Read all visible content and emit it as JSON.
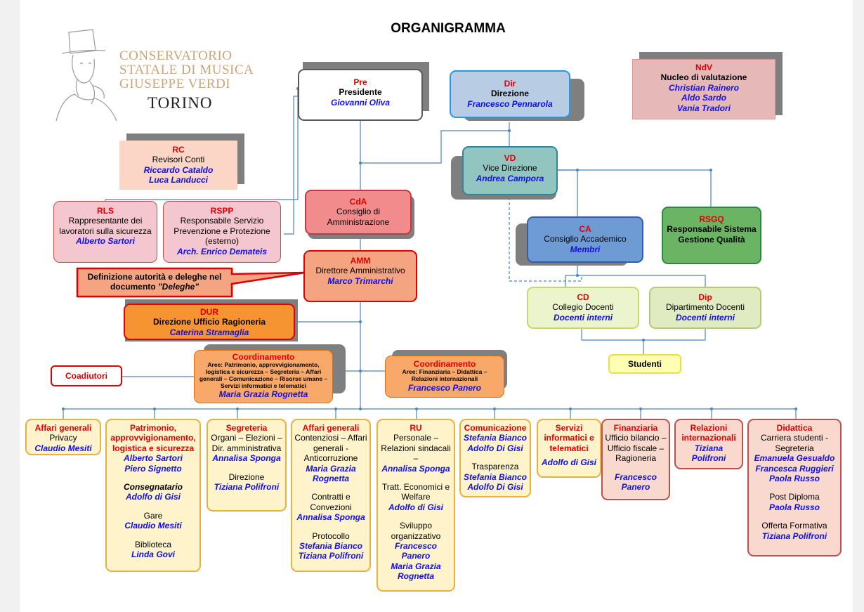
{
  "title": "ORGANIGRAMMA",
  "logo": {
    "line1": "CONSERVATORIO",
    "line2": "STATALE DI MUSICA",
    "line3": "GIUSEPPE VERDI",
    "line4": "TORINO"
  },
  "pre": {
    "code": "Pre",
    "name": "Presidente",
    "person": "Giovanni Oliva"
  },
  "dir": {
    "code": "Dir",
    "name": "Direzione",
    "person": "Francesco Pennarola"
  },
  "ndv": {
    "code": "NdV",
    "name": "Nucleo di valutazione",
    "p1": "Christian Rainero",
    "p2": "Aldo Sardo",
    "p3": "Vania Tradori"
  },
  "rc": {
    "code": "RC",
    "name": "Revisori Conti",
    "p1": "Riccardo Cataldo",
    "p2": "Luca Landucci"
  },
  "vd": {
    "code": "VD",
    "name": "Vice Direzione",
    "person": "Andrea Campora"
  },
  "cda": {
    "code": "CdA",
    "name": "Consiglio di Amministrazione"
  },
  "rls": {
    "code": "RLS",
    "name": "Rappresentante dei lavoratori sulla sicurezza",
    "person": "Alberto Sartori"
  },
  "rspp": {
    "code": "RSPP",
    "name": "Responsabile Servizio Prevenzione e Protezione (esterno)",
    "person": "Arch. Enrico Demateis"
  },
  "ca": {
    "code": "CA",
    "name": "Consiglio Accademico",
    "person": "Membri"
  },
  "rsgq": {
    "code": "RSGQ",
    "name": "Responsabile Sistema Gestione Qualità"
  },
  "amm": {
    "code": "AMM",
    "name": "Direttore Amministrativo",
    "person": "Marco Trimarchi"
  },
  "deleghe": {
    "text": "Definizione autorità e deleghe nel documento",
    "quote": "\"Deleghe\""
  },
  "cd": {
    "code": "CD",
    "name": "Collegio Docenti",
    "person": "Docenti interni"
  },
  "dip": {
    "code": "Dip",
    "name": "Dipartimento Docenti",
    "person": "Docenti interni"
  },
  "dur": {
    "code": "DUR",
    "name": "Direzione Ufficio Ragioneria",
    "person": "Caterina Stramaglia"
  },
  "coord1": {
    "code": "Coordinamento",
    "areas": "Aree: Patrimonio, approvvigionamento, logistica e sicurezza – Segreteria – Affari generali – Comunicazione – Risorse umane – Servizi informatici e telematici",
    "person": "Maria Grazia Rognetta"
  },
  "coord2": {
    "code": "Coordinamento",
    "areas": "Aree: Finanziaria – Didattica – Relazioni internazionali",
    "person": "Francesco Panero"
  },
  "coadiutori": "Coadiutori",
  "studenti": "Studenti",
  "columns": {
    "c1": {
      "hdr": "Affari generali",
      "t1": "Privacy",
      "p1": "Claudio Mesiti"
    },
    "c2": {
      "hdr": "Patrimonio, approvvigionamento, logistica e sicurezza",
      "p1": "Alberto Sartori",
      "p2": "Piero Signetto",
      "t1": "Consegnatario",
      "p3": "Adolfo di Gisi",
      "t2": "Gare",
      "p4": "Claudio Mesiti",
      "t3": "Biblioteca",
      "p5": "Linda Govi"
    },
    "c3": {
      "hdr": "Segreteria",
      "t1": "Organi – Elezioni – Dir. amministrativa",
      "p1": "Annalisa Sponga",
      "t2": "Direzione",
      "p2": "Tiziana Polifroni"
    },
    "c4": {
      "hdr": "Affari generali",
      "t1": "Contenziosi – Affari generali - Anticorruzione",
      "p1": "Maria Grazia Rognetta",
      "t2": "Contratti e Convezioni",
      "p2": "Annalisa Sponga",
      "t3": "Protocollo",
      "p3": "Stefania Bianco",
      "p4": "Tiziana Polifroni"
    },
    "c5": {
      "hdr": "RU",
      "t1": "Personale – Relazioni sindacali –",
      "p1": "Annalisa Sponga",
      "t2": "Tratt. Economici e Welfare",
      "p2": "Adolfo di Gisi",
      "t3": "Sviluppo organizzativo",
      "p3": "Francesco Panero",
      "p4": "Maria Grazia Rognetta"
    },
    "c6": {
      "hdr": "Comunicazione",
      "p1": "Stefania Bianco",
      "p2": "Adolfo Di Gisi",
      "t1": "Trasparenza",
      "p3": "Stefania Bianco",
      "p4": "Adolfo Di Gisi"
    },
    "c7": {
      "hdr": "Servizi informatici e telematici",
      "p1": "Adolfo di Gisi"
    },
    "c8": {
      "hdr": "Finanziaria",
      "t1": "Ufficio bilancio – Ufficio fiscale – Ragioneria",
      "p1": "Francesco Panero"
    },
    "c9": {
      "hdr": "Relazioni internazionali",
      "p1": "Tiziana Polifroni"
    },
    "c10": {
      "hdr": "Didattica",
      "t1": "Carriera studenti - Segreteria",
      "p1": "Emanuela Gesualdo",
      "p2": "Francesca Ruggieri",
      "p3": "Paola Russo",
      "t2": "Post Diploma",
      "p4": "Paola Russo",
      "t3": "Offerta Formativa",
      "p5": "Tiziana Polifroni"
    }
  },
  "colors": {
    "red": "#e00000",
    "blue": "#1010e0",
    "line": "#4f81bd"
  }
}
